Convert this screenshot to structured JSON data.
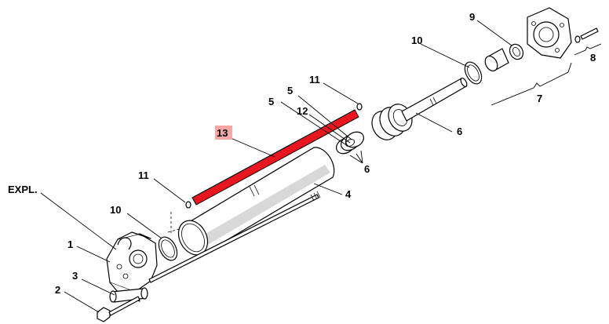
{
  "callouts": {
    "expl": "EXPL.",
    "n1": "1",
    "n2": "2",
    "n3": "3",
    "n4": "4",
    "n5a": "5",
    "n5b": "5",
    "n6a": "6",
    "n6b": "6",
    "n7": "7",
    "n8": "8",
    "n9": "9",
    "n10a": "10",
    "n10b": "10",
    "n11a": "11",
    "n11b": "11",
    "n12": "12",
    "n13": "13"
  },
  "highlight": {
    "part": "13",
    "rod_color": "#e8171f",
    "label_bg": "#f4a7a4"
  }
}
